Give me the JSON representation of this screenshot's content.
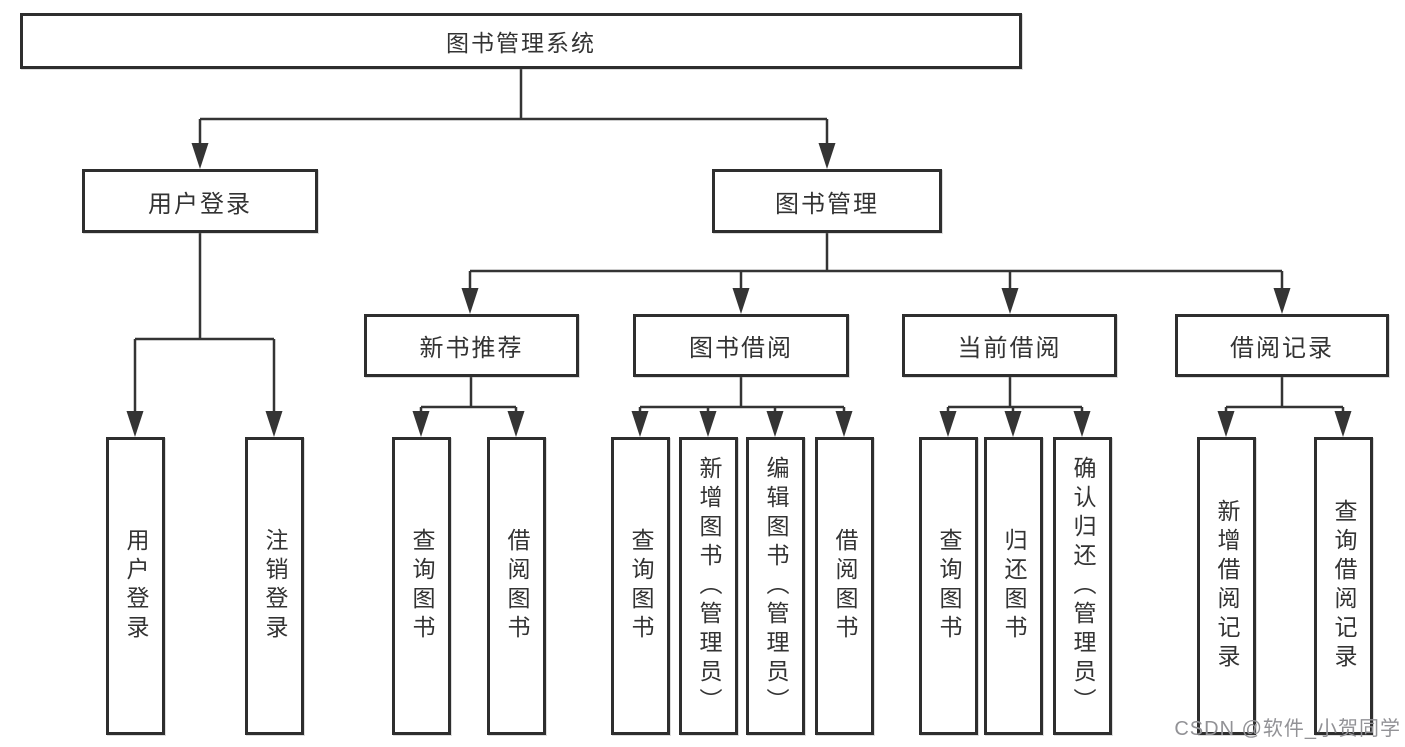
{
  "diagram": {
    "type": "tree",
    "nodes": {
      "root": "图书管理系统",
      "level2": [
        "用户登录",
        "图书管理"
      ],
      "level3": [
        "新书推荐",
        "图书借阅",
        "当前借阅",
        "借阅记录"
      ],
      "leaves": [
        "用户登录",
        "注销登录",
        "查询图书",
        "借阅图书",
        "查询图书",
        "新增图书（管理员）",
        "编辑图书（管理员）",
        "借阅图书",
        "查询图书",
        "归还图书",
        "确认归还（管理员）",
        "新增借阅记录",
        "查询借阅记录"
      ]
    },
    "structure": {
      "图书管理系统": [
        "用户登录",
        "图书管理"
      ],
      "用户登录": [
        "用户登录",
        "注销登录"
      ],
      "图书管理": [
        "新书推荐",
        "图书借阅",
        "当前借阅",
        "借阅记录"
      ],
      "新书推荐": [
        "查询图书",
        "借阅图书"
      ],
      "图书借阅": [
        "查询图书",
        "新增图书（管理员）",
        "编辑图书（管理员）",
        "借阅图书"
      ],
      "当前借阅": [
        "查询图书",
        "归还图书",
        "确认归还（管理员）"
      ],
      "借阅记录": [
        "新增借阅记录",
        "查询借阅记录"
      ]
    },
    "colors": {
      "line": "#343434",
      "box_border": "#2e2e2e",
      "text": "#333333",
      "background": "#ffffff"
    }
  },
  "watermark": {
    "text": "CSDN @软件_小贺同学",
    "color": "#929296"
  }
}
